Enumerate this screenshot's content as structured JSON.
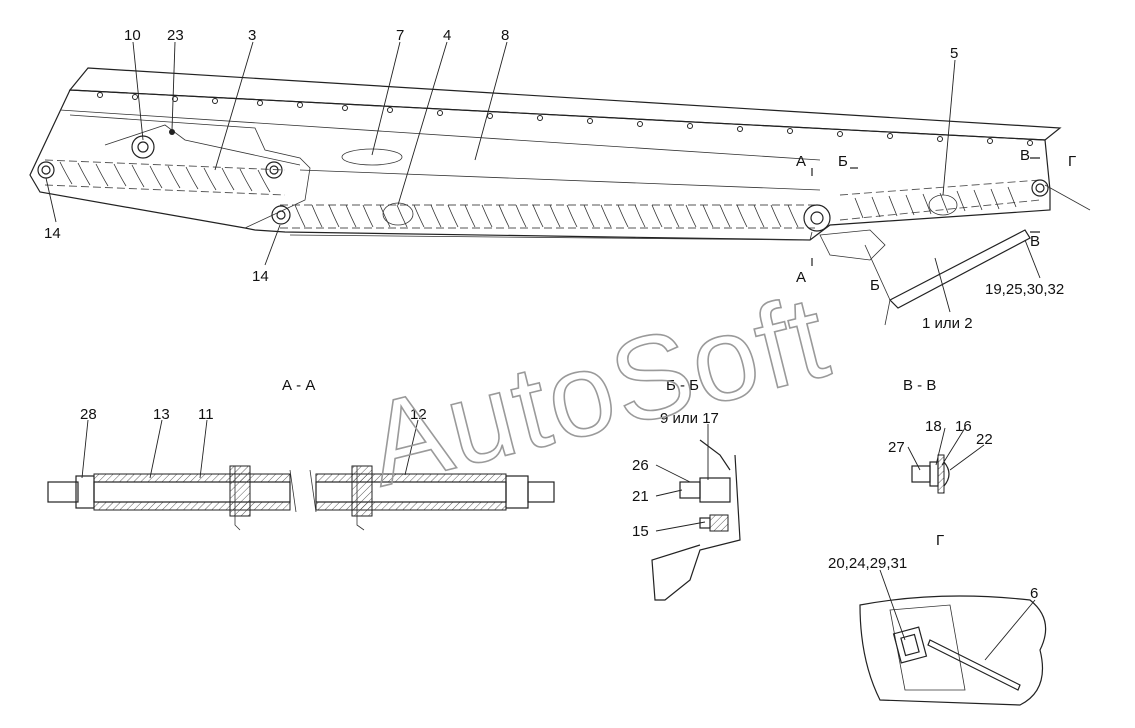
{
  "watermark": "AutoSoft",
  "callouts": {
    "c10": "10",
    "c23": "23",
    "c3": "3",
    "c7": "7",
    "c4": "4",
    "c8": "8",
    "c5": "5",
    "c14a": "14",
    "c14b": "14",
    "c19": "19,25,30,32",
    "c1or2": "1 или 2",
    "c28": "28",
    "c13": "13",
    "c11": "11",
    "c12": "12",
    "c9or17": "9 или 17",
    "c26": "26",
    "c21": "21",
    "c15": "15",
    "c27": "27",
    "c18": "18",
    "c16": "16",
    "c22": "22",
    "c20": "20,24,29,31",
    "c6": "6"
  },
  "section_marks": {
    "a_top": "А",
    "a_bot": "А",
    "b_top": "Б",
    "b_bot": "Б",
    "v_top": "В",
    "v_bot": "В",
    "g_mark": "Г"
  },
  "section_titles": {
    "aa": "А - А",
    "bb": "Б - Б",
    "vv": "В - В",
    "g": "Г"
  }
}
